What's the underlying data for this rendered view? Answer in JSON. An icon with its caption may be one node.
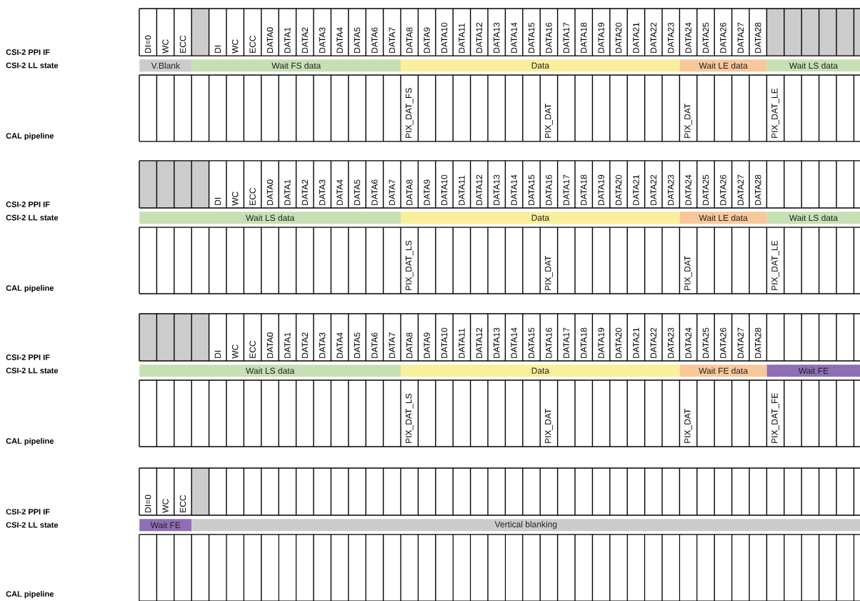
{
  "diagram": {
    "nodes": [
      {
        "text": [
          "V.Blank"
        ]
      },
      {
        "text": [
          "Wait FS data"
        ]
      },
      {
        "text": [
          "Data"
        ]
      },
      {
        "text": [
          "Wait LE data"
        ]
      },
      {
        "text": [
          "Wait LS data"
        ]
      },
      {
        "text": [
          "Wait LS data"
        ]
      },
      {
        "text": [
          "Data"
        ]
      },
      {
        "text": [
          "Wait LE data"
        ]
      },
      {
        "text": [
          "Wait LS data"
        ]
      },
      {
        "text": [
          "Wait LS data"
        ]
      },
      {
        "text": [
          "Data"
        ]
      },
      {
        "text": [
          "Wait FE data"
        ]
      },
      {
        "text": [
          "Wait FE"
        ]
      },
      {
        "text": [
          "Wait FE"
        ]
      },
      {
        "text": [
          "Vertical blanking"
        ]
      }
    ],
    "labels": [
      "DI=0",
      "WC",
      "ECC",
      "DI",
      "WC",
      "ECC",
      "DATA0",
      "DATA1",
      "DATA2",
      "DATA3",
      "DATA4",
      "DATA5",
      "DATA6",
      "DATA7",
      "DATA8",
      "DATA9",
      "DATA10",
      "DATA11",
      "DATA12",
      "DATA13",
      "DATA14",
      "DATA15",
      "DATA16",
      "DATA17",
      "DATA18",
      "DATA19",
      "DATA20",
      "DATA21",
      "DATA22",
      "DATA23",
      "DATA24",
      "DATA25",
      "DATA26",
      "DATA27",
      "DATA28",
      "CSI-2 PPI IF",
      "CSI-2 LL state",
      "PIX_DAT_FS",
      "PIX_DAT",
      "PIX_DAT",
      "PIX_DAT_LE",
      "CAL pipeline",
      "DI",
      "WC",
      "ECC",
      "DATA0",
      "DATA1",
      "DATA2",
      "DATA3",
      "DATA4",
      "DATA5",
      "DATA6",
      "DATA7",
      "DATA8",
      "DATA9",
      "DATA10",
      "DATA11",
      "DATA12",
      "DATA13",
      "DATA14",
      "DATA15",
      "DATA16",
      "DATA17",
      "DATA18",
      "DATA19",
      "DATA20",
      "DATA21",
      "DATA22",
      "DATA23",
      "DATA24",
      "DATA25",
      "DATA26",
      "DATA27",
      "DATA28",
      "CSI-2 PPI IF",
      "CSI-2 LL state",
      "PIX_DAT_LS",
      "PIX_DAT",
      "PIX_DAT",
      "PIX_DAT_LE",
      "CAL pipeline",
      "DI",
      "WC",
      "ECC",
      "DATA0",
      "DATA1",
      "DATA2",
      "DATA3",
      "DATA4",
      "DATA5",
      "DATA6",
      "DATA7",
      "DATA8",
      "DATA9",
      "DATA10",
      "DATA11",
      "DATA12",
      "DATA13",
      "DATA14",
      "DATA15",
      "DATA16",
      "DATA17",
      "DATA18",
      "DATA19",
      "DATA20",
      "DATA21",
      "DATA22",
      "DATA23",
      "DATA24",
      "DATA25",
      "DATA26",
      "DATA27",
      "DATA28",
      "CSI-2 PPI IF",
      "CSI-2 LL state",
      "PIX_DAT_LS",
      "PIX_DAT",
      "PIX_DAT",
      "PIX_DAT_FE",
      "CAL pipeline",
      "DI=0",
      "WC",
      "ECC",
      "CSI-2 PPI IF",
      "CSI-2 LL state",
      "CAL pipeline"
    ]
  }
}
